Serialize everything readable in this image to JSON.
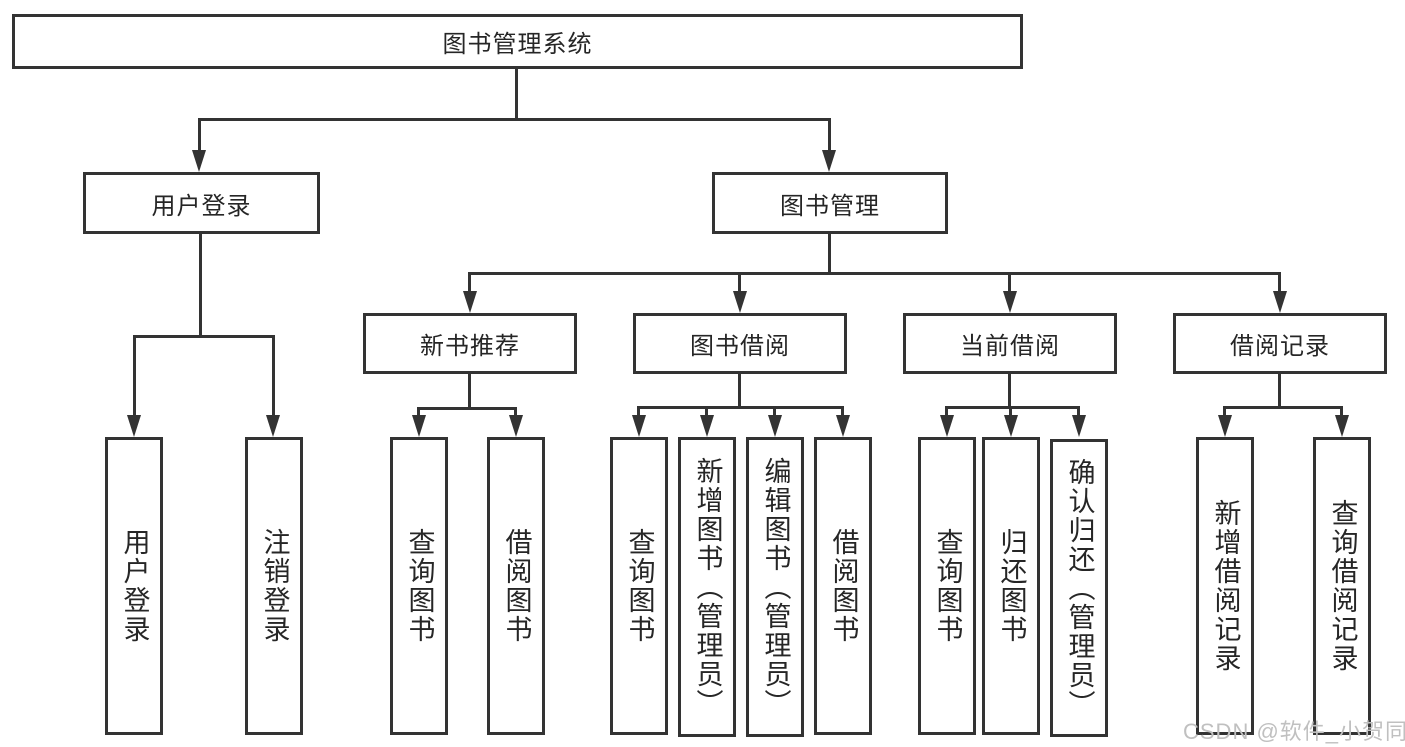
{
  "diagram": {
    "nodes": {
      "root": {
        "label": "图书管理系统"
      },
      "user_login_branch": {
        "label": "用户登录"
      },
      "book_management": {
        "label": "图书管理"
      },
      "new_book_recommend": {
        "label": "新书推荐"
      },
      "book_borrow": {
        "label": "图书借阅"
      },
      "current_borrow": {
        "label": "当前借阅"
      },
      "borrow_records": {
        "label": "借阅记录"
      },
      "user_login_leaf": {
        "label": "用户登录"
      },
      "logout_leaf": {
        "label": "注销登录"
      },
      "query_books_recommend": {
        "label": "查询图书"
      },
      "borrow_books_recommend": {
        "label": "借阅图书"
      },
      "query_books_borrow": {
        "label": "查询图书"
      },
      "add_book_admin": {
        "label": "新增图书（管理员）"
      },
      "edit_book_admin": {
        "label": "编辑图书（管理员）"
      },
      "borrow_books_borrow": {
        "label": "借阅图书"
      },
      "query_books_current": {
        "label": "查询图书"
      },
      "return_book": {
        "label": "归还图书"
      },
      "confirm_return_admin": {
        "label": "确认归还（管理员）"
      },
      "add_borrow_record": {
        "label": "新增借阅记录"
      },
      "query_borrow_record": {
        "label": "查询借阅记录"
      }
    },
    "hierarchy": {
      "图书管理系统": {
        "用户登录": [
          "用户登录",
          "注销登录"
        ],
        "图书管理": {
          "新书推荐": [
            "查询图书",
            "借阅图书"
          ],
          "图书借阅": [
            "查询图书",
            "新增图书（管理员）",
            "编辑图书（管理员）",
            "借阅图书"
          ],
          "当前借阅": [
            "查询图书",
            "归还图书",
            "确认归还（管理员）"
          ],
          "借阅记录": [
            "新增借阅记录",
            "查询借阅记录"
          ]
        }
      }
    },
    "colors": {
      "line": "#333333",
      "text": "#262626",
      "background": "#ffffff",
      "watermark": "#c0c0c0"
    }
  },
  "watermark": {
    "text": "CSDN @软件_小贺同学"
  }
}
